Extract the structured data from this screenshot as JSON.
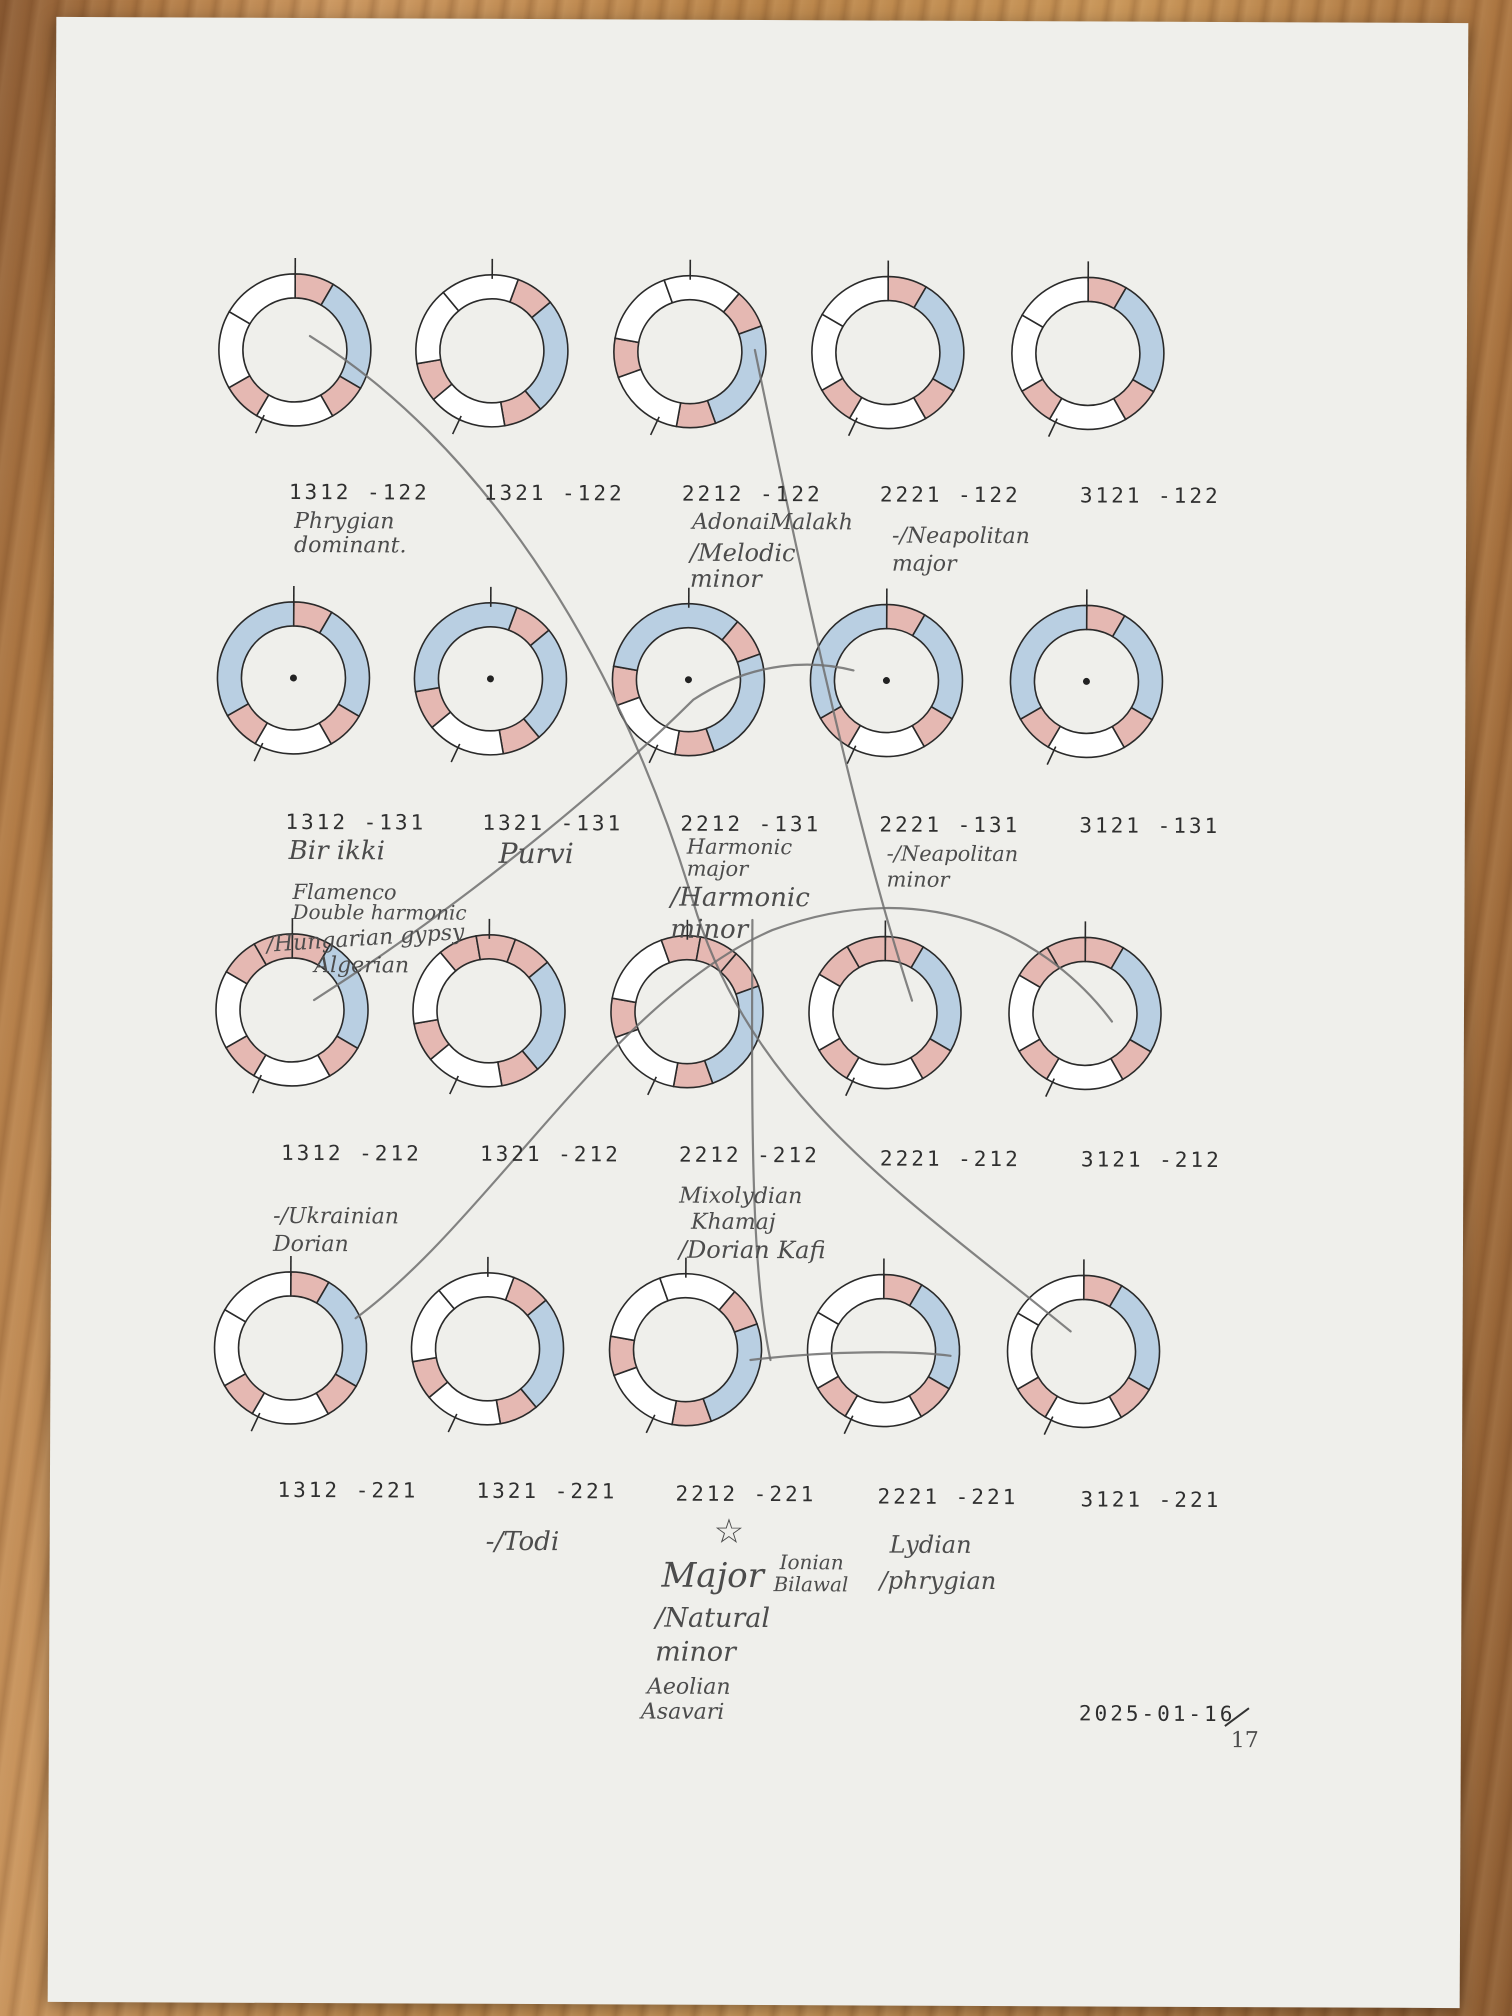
{
  "photo": {
    "paper_color": "#efefeb",
    "ring_colors": {
      "blue": "#b9cfe2",
      "red": "#e5b8b2",
      "white": "#ffffff"
    }
  },
  "diagrams": [
    {
      "code": "1312 -122"
    },
    {
      "code": "1321 -122"
    },
    {
      "code": "2212 -122"
    },
    {
      "code": "2221 -122"
    },
    {
      "code": "3121 -122"
    },
    {
      "code": "1312 -131"
    },
    {
      "code": "1321 -131"
    },
    {
      "code": "2212 -131"
    },
    {
      "code": "2221 -131"
    },
    {
      "code": "3121 -131"
    },
    {
      "code": "1312 -212"
    },
    {
      "code": "1321 -212"
    },
    {
      "code": "2212 -212"
    },
    {
      "code": "2221 -212"
    },
    {
      "code": "3121 -212"
    },
    {
      "code": "1312 -221"
    },
    {
      "code": "1321 -221"
    },
    {
      "code": "2212 -221"
    },
    {
      "code": "2221 -221"
    },
    {
      "code": "3121 -221"
    }
  ],
  "notes": {
    "phrygian_dominant": "Phrygian dominant.",
    "adonai": "AdonaiMalakh",
    "melodic_minor": "/Melodic minor",
    "neapolitan_major": "-/Neapolitan major",
    "bir_ikki": "Bir ikki",
    "purvi": "Purvi",
    "harmonic_major": "Harmonic major",
    "neapolitan_minor": "-/Neapolitan minor",
    "flamenco": "Flamenco",
    "double_harmonic": "Double harmonic",
    "harmonic_minor": "/Harmonic minor",
    "hungarian": "/Hungarian gypsy",
    "algerian": "Algerian",
    "ukrainian": "-/Ukrainian Dorian",
    "mixolydian": "Mixolydian",
    "khamaj": "Khamaj",
    "dorian_kafi": "/Dorian Kafi",
    "todi": "-/Todi",
    "star": "☆",
    "major": "Major",
    "ionian": "Ionian",
    "bilawal": "Bilawal",
    "natural_minor": "/Natural minor",
    "aeolian": "Aeolian",
    "asavari": "Asavari",
    "lydian": "Lydian",
    "phrygian": "/phrygian",
    "date": "2025-01-16",
    "date_fix": "17"
  }
}
